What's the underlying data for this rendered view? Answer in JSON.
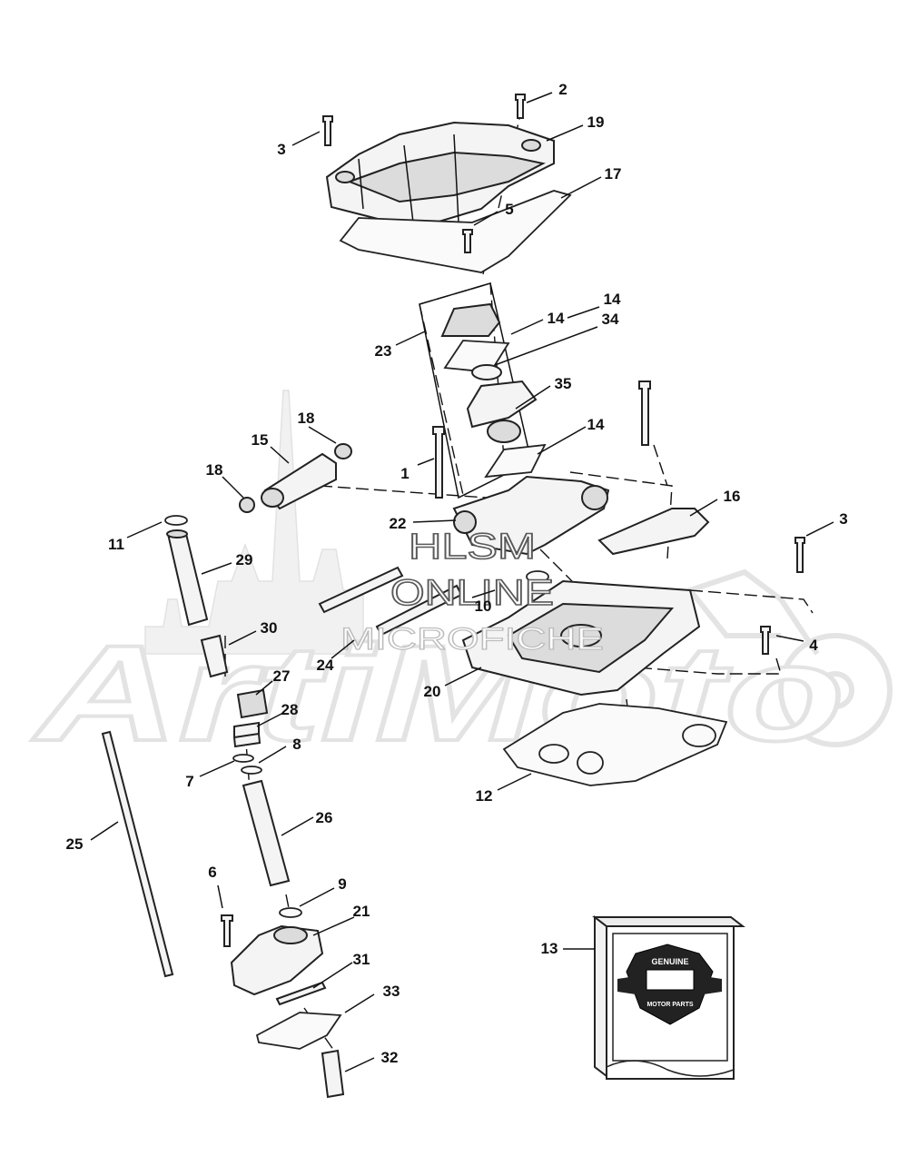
{
  "diagram": {
    "type": "exploded-parts-view",
    "callouts": [
      {
        "id": "c1",
        "label": "1"
      },
      {
        "id": "c2",
        "label": "2"
      },
      {
        "id": "c3a",
        "label": "3"
      },
      {
        "id": "c3b",
        "label": "3"
      },
      {
        "id": "c4",
        "label": "4"
      },
      {
        "id": "c5",
        "label": "5"
      },
      {
        "id": "c6",
        "label": "6"
      },
      {
        "id": "c7",
        "label": "7"
      },
      {
        "id": "c8",
        "label": "8"
      },
      {
        "id": "c9",
        "label": "9"
      },
      {
        "id": "c10",
        "label": "10"
      },
      {
        "id": "c11",
        "label": "11"
      },
      {
        "id": "c12",
        "label": "12"
      },
      {
        "id": "c13",
        "label": "13"
      },
      {
        "id": "c14a",
        "label": "14"
      },
      {
        "id": "c14b",
        "label": "14"
      },
      {
        "id": "c14c",
        "label": "14"
      },
      {
        "id": "c15",
        "label": "15"
      },
      {
        "id": "c16",
        "label": "16"
      },
      {
        "id": "c17",
        "label": "17"
      },
      {
        "id": "c18a",
        "label": "18"
      },
      {
        "id": "c18b",
        "label": "18"
      },
      {
        "id": "c19",
        "label": "19"
      },
      {
        "id": "c20",
        "label": "20"
      },
      {
        "id": "c21",
        "label": "21"
      },
      {
        "id": "c22",
        "label": "22"
      },
      {
        "id": "c23",
        "label": "23"
      },
      {
        "id": "c24",
        "label": "24"
      },
      {
        "id": "c25",
        "label": "25"
      },
      {
        "id": "c26",
        "label": "26"
      },
      {
        "id": "c27",
        "label": "27"
      },
      {
        "id": "c28",
        "label": "28"
      },
      {
        "id": "c29",
        "label": "29"
      },
      {
        "id": "c30",
        "label": "30"
      },
      {
        "id": "c31",
        "label": "31"
      },
      {
        "id": "c32",
        "label": "32"
      },
      {
        "id": "c33",
        "label": "33"
      },
      {
        "id": "c34",
        "label": "34"
      },
      {
        "id": "c35",
        "label": "35"
      }
    ]
  },
  "watermark": {
    "brand": "ArtiMoto",
    "line1": "HLSM",
    "line2": "ONLINE",
    "line3": "MICROFICHE"
  },
  "kit_box": {
    "badge_top": "GENUINE",
    "badge_bottom": "MOTOR PARTS"
  }
}
